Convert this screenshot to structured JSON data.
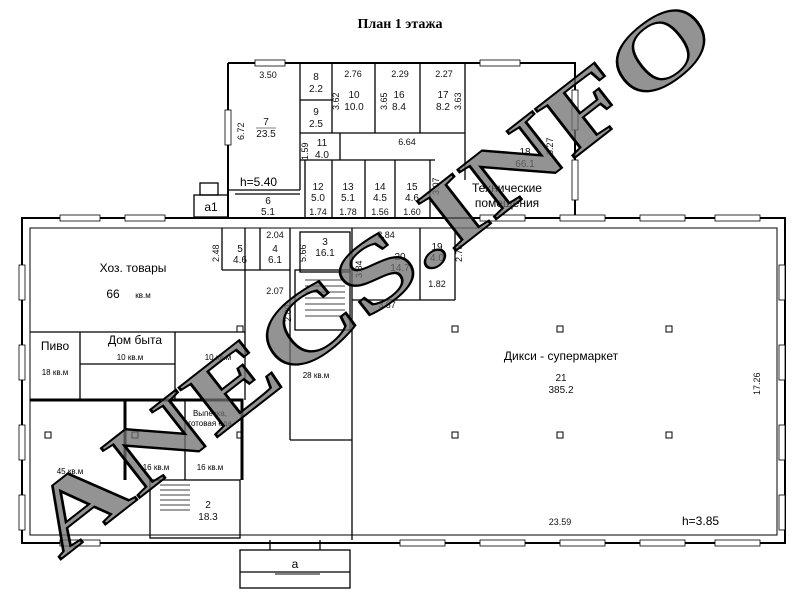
{
  "title": "План 1 этажа",
  "watermark": "ANECS.INFO",
  "tenants": {
    "household": "Хоз. товары",
    "household_area": "66",
    "household_unit": "кв.м",
    "beer": "Пиво",
    "beer_area": "18 кв.м",
    "services": "Дом быта",
    "services_area": "10 кв.м",
    "unit_10": "10 кв.м",
    "hall_28": "28 кв.м",
    "bakery_line1": "Выпечка,",
    "bakery_line2": "готовая еда",
    "unit_45": "45 кв.м",
    "unit_16a": "16 кв.м",
    "unit_16b": "16 кв.м",
    "supermarket": "Дикси - супермаркет",
    "tech_line1": "Технические",
    "tech_line2": "помещения"
  },
  "rooms": [
    {
      "n": "7",
      "area": "23.5"
    },
    {
      "n": "8",
      "area": "2.2"
    },
    {
      "n": "9",
      "area": "2.5"
    },
    {
      "n": "10",
      "area": "10.0"
    },
    {
      "n": "16",
      "area": "8.4"
    },
    {
      "n": "17",
      "area": "8.2"
    },
    {
      "n": "11",
      "area": "4.0"
    },
    {
      "n": "18",
      "area": "66.1"
    },
    {
      "n": "6",
      "area": "5.1"
    },
    {
      "n": "12",
      "area": "5.0"
    },
    {
      "n": "13",
      "area": "5.1"
    },
    {
      "n": "14",
      "area": "4.5"
    },
    {
      "n": "15",
      "area": "4.6"
    },
    {
      "n": "5",
      "area": "4.6"
    },
    {
      "n": "4",
      "area": "6.1"
    },
    {
      "n": "3",
      "area": "16.1"
    },
    {
      "n": "20",
      "area": "14.7"
    },
    {
      "n": "19",
      "area": "4.0"
    },
    {
      "n": "21",
      "area": "385.2"
    },
    {
      "n": "2",
      "area": "18.3"
    }
  ],
  "dims": {
    "d350": "3.50",
    "d276": "2.76",
    "d229": "2.29",
    "d227": "2.27",
    "d672": "6.72",
    "d362": "3.62",
    "d365": "3.65",
    "d363": "3.63",
    "d827": "8.27",
    "d159": "1.59",
    "d664": "6.64",
    "d307": "3.07",
    "d174": "1.74",
    "d178": "1.78",
    "d156": "1.56",
    "d160": "1.60",
    "d204": "2.04",
    "d384a": "3.84",
    "d384b": "3.84",
    "d248": "2.48",
    "d566": "5.66",
    "d273": "2.73",
    "d182": "1.82",
    "d387": "3.87",
    "d207": "2.07",
    "d280": "2.80",
    "d1726": "17.26",
    "d2359": "23.59"
  },
  "heights": {
    "upper": "h=5.40",
    "ground": "h=3.85"
  },
  "axes": {
    "a1": "a1",
    "a": "a"
  }
}
